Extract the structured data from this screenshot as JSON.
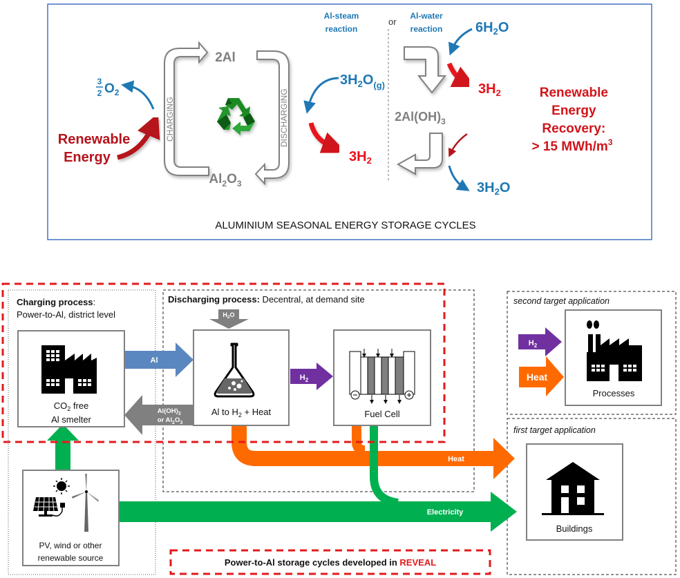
{
  "top_panel": {
    "title": "ALUMINIUM SEASONAL ENERGY STORAGE CYCLES",
    "cycle": {
      "top_label": "2Al",
      "bottom_label_main": "Al",
      "bottom_label_sub1": "2",
      "bottom_label_mid": "O",
      "bottom_label_sub2": "3",
      "charging_label": "CHARGING",
      "discharging_label": "DISCHARGING"
    },
    "charging_input": {
      "line1": "Renewable",
      "line2": "Energy"
    },
    "charging_output": {
      "frac_num": "3",
      "frac_den": "2",
      "species": "O",
      "sub": "2"
    },
    "steam": {
      "heading_line1": "Al-steam",
      "heading_line2": "reaction",
      "input_main": "3H",
      "input_sub": "2",
      "input_mid": "O",
      "input_state": "(g)",
      "output_main": "3H",
      "output_sub": "2"
    },
    "separator_label": "or",
    "water": {
      "heading_line1": "Al-water",
      "heading_line2": "reaction",
      "input_main": "6H",
      "input_sub": "2",
      "input_mid": "O",
      "output_main": "3H",
      "output_sub": "2",
      "intermediate_main": "2Al(OH)",
      "intermediate_sub": "3",
      "return_main": "3H",
      "return_sub": "2",
      "return_mid": "O"
    },
    "recovery": {
      "line1": "Renewable",
      "line2": "Energy",
      "line3": "Recovery:",
      "line4": "> 15 MWh/m",
      "line4_sup": "3"
    }
  },
  "bottom_panel": {
    "charging_box": {
      "heading_bold": "Charging process",
      "heading_colon": ":",
      "subheading": "Power-to-Al, district level"
    },
    "discharging_box": {
      "heading_bold": "Discharging  process:",
      "heading_rest": " Decentral, at demand site"
    },
    "smelter": {
      "line1_main": "CO",
      "line1_sub": "2",
      "line1_rest": " free",
      "line2": "Al smelter"
    },
    "reactor": {
      "label_main": "Al to H",
      "label_sub": "2",
      "label_rest": " + Heat",
      "water_in_main": "H",
      "water_in_sub": "2",
      "water_in_rest": "O"
    },
    "fuel_cell": {
      "label": "Fuel Cell"
    },
    "renewable_source": {
      "line1": "PV, wind or other",
      "line2": "renewable source"
    },
    "arrows": {
      "al": "Al",
      "return_line1_main": "Al(OH)",
      "return_line1_sub": "3",
      "return_line2_main": "or Al",
      "return_line2_sub1": "2",
      "return_line2_mid": "O",
      "return_line2_sub2": "3",
      "h2_main": "H",
      "h2_sub": "2",
      "heat": "Heat",
      "electricity": "Electricity"
    },
    "second_target": {
      "heading": "second target application",
      "box_label": "Processes",
      "h2_main": "H",
      "h2_sub": "2",
      "heat": "Heat"
    },
    "first_target": {
      "heading": "first target application",
      "box_label": "Buildings"
    },
    "legend": {
      "text": "Power-to-Al storage cycles developed in ",
      "highlight": "REVEAL"
    }
  },
  "colors": {
    "blue_text": "#1f78b4",
    "red_text": "#d0141a",
    "dark_red": "#b5121b",
    "gray_text": "#7f7f7f",
    "panel_border": "#4472c4",
    "al_arrow": "#5b87c0",
    "return_arrow": "#808080",
    "h2_arrow": "#7030a0",
    "heat_arrow": "#ff6a00",
    "electricity_arrow": "#00b050",
    "reveal_dash": "#e31a1c"
  }
}
